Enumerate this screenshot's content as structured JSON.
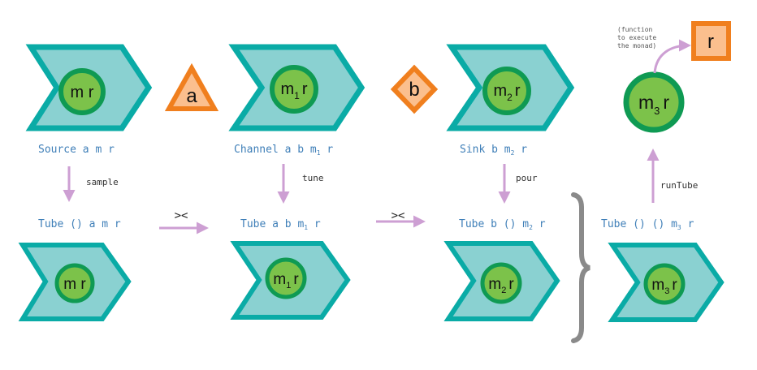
{
  "colors": {
    "chevron_fill": "#8ad1d1",
    "chevron_stroke": "#0aaba6",
    "circle_outer": "#0f9a53",
    "circle_inner": "#7cc24a",
    "orange_fill": "#fbbf8e",
    "orange_stroke": "#f07f1e",
    "arrow": "#cd9fd3",
    "brace": "#8a8a8a",
    "label_blue": "#3f7fb8"
  },
  "top_row": {
    "source": {
      "circle_m": "m",
      "circle_r": "r",
      "label_main": "Source a m r"
    },
    "channel": {
      "circle_m": "m",
      "circle_sub": "1",
      "circle_r": "r",
      "label_pre": "Channel a b m",
      "label_sub": "1",
      "label_post": " r"
    },
    "sink": {
      "circle_m": "m",
      "circle_sub": "2",
      "circle_r": "r",
      "label_pre": "Sink b m",
      "label_sub": "2",
      "label_post": " r"
    },
    "result": {
      "circle_m": "m",
      "circle_sub": "3",
      "circle_r": "r"
    }
  },
  "tokens": {
    "a": "a",
    "b": "b",
    "r": "r"
  },
  "note": [
    "(function",
    "to execute",
    "the monad)"
  ],
  "arrows": {
    "sample": "sample",
    "tune": "tune",
    "pour": "pour",
    "runTube": "runTube",
    "op1": "><",
    "op2": "><"
  },
  "bottom_row": {
    "tube1": {
      "label_main": "Tube () a m r",
      "circle_m": "m",
      "circle_r": "r"
    },
    "tube2": {
      "label_pre": "Tube a b m",
      "label_sub": "1",
      "label_post": " r",
      "circle_m": "m",
      "circle_sub": "1",
      "circle_r": "r"
    },
    "tube3": {
      "label_pre": "Tube b () m",
      "label_sub": "2",
      "label_post": " r",
      "circle_m": "m",
      "circle_sub": "2",
      "circle_r": "r"
    },
    "tube4": {
      "label_pre": "Tube () () m",
      "label_sub": "3",
      "label_post": " r",
      "circle_m": "m",
      "circle_sub": "3",
      "circle_r": "r"
    }
  }
}
